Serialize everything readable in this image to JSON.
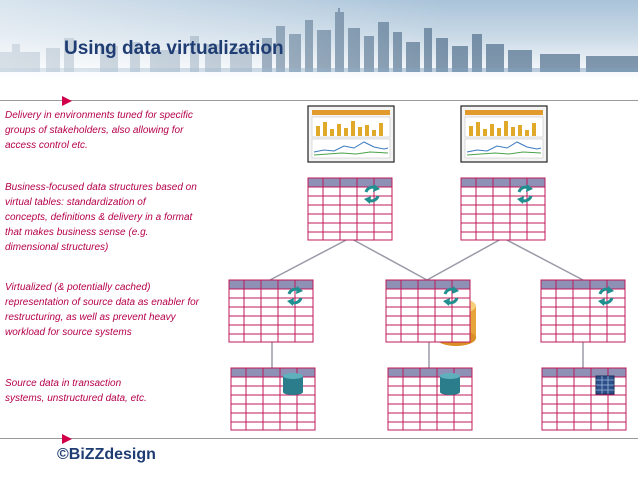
{
  "title": "Using data virtualization",
  "descriptions": [
    {
      "lines": [
        "Delivery in environments tuned for specific",
        "groups of stakeholders, also allowing for",
        "access control etc."
      ]
    },
    {
      "lines": [
        "Business-focused data structures based on",
        "virtual tables: standardization of",
        "concepts, definitions & delivery in a format",
        "that makes business sense (e.g.",
        "dimensional structures)"
      ]
    },
    {
      "lines": [
        "Virtualized (& potentially cached)",
        "representation of source data as enabler for",
        "restructuring, as well as prevent heavy",
        "workload for source systems"
      ]
    },
    {
      "lines": [
        "Source data in transaction",
        "systems, unstructured data, etc."
      ]
    }
  ],
  "footer": {
    "logo": "©BiZZdesign"
  },
  "icons": {
    "refresh": "refresh-icon",
    "database": "database-icon",
    "grid": "spreadsheet-icon",
    "dashboard": "dashboard-icon",
    "cache": "cache-database-icon"
  },
  "colors": {
    "title": "#1f3c73",
    "description": "#b5004a",
    "table_border": "#c0185a",
    "table_header": "#8e90b6",
    "accent_arrow": "#d2004b",
    "refresh": "#1f8f8f",
    "database": "#2b7d8c",
    "cache": "#e7a43a"
  }
}
